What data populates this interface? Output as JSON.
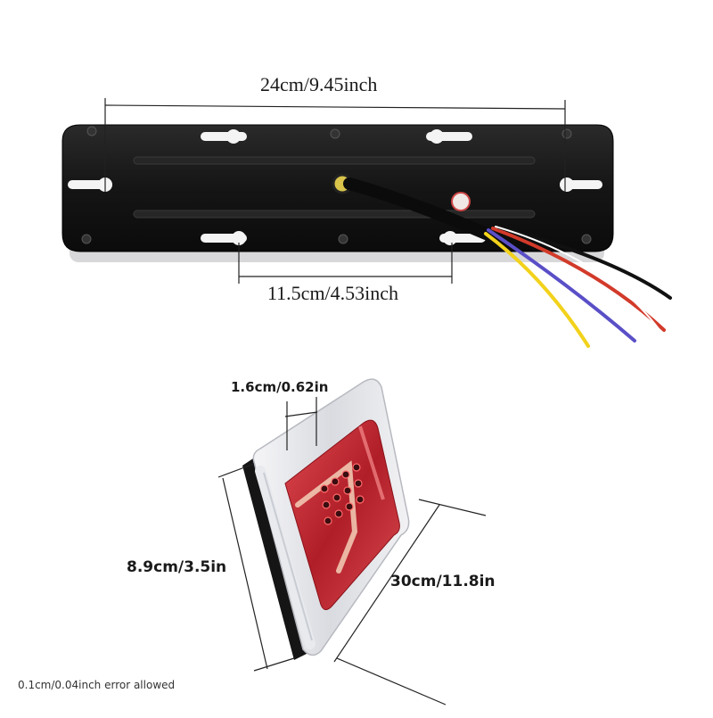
{
  "dimensions": {
    "top_width": "24cm/9.45inch",
    "hole_spacing": "11.5cm/4.53inch",
    "thickness": "1.6cm/0.62in",
    "height": "8.9cm/3.5in",
    "length": "30cm/11.8in"
  },
  "footnote": "0.1cm/0.04inch error allowed",
  "colors": {
    "plate": "#111111",
    "lens_red": "#c8232c",
    "wire_yellow": "#f2d21b",
    "wire_purple": "#5a4fc7",
    "wire_red": "#d23a2a",
    "wire_black": "#111111"
  }
}
